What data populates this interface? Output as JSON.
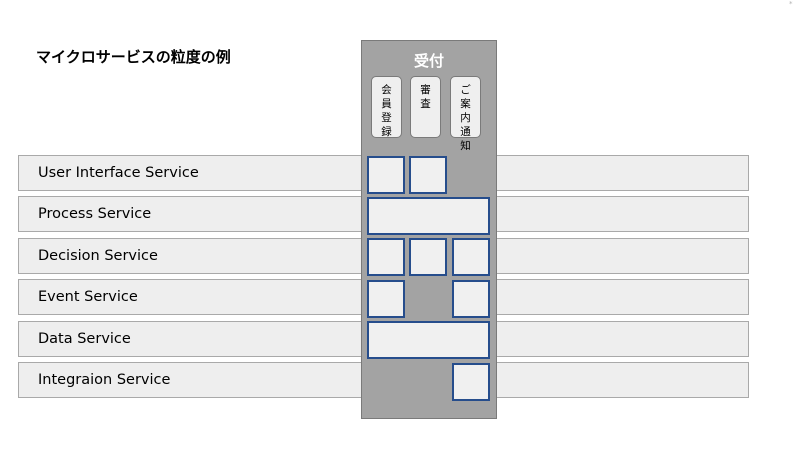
{
  "slide": {
    "title": "マイクロサービスの粒度の例"
  },
  "column": {
    "title": "受付",
    "functions": [
      {
        "label": "会員登録"
      },
      {
        "label": "審査"
      },
      {
        "label": "ご案内通知"
      }
    ]
  },
  "layers": [
    {
      "label": "User Interface Service"
    },
    {
      "label": "Process Service"
    },
    {
      "label": "Decision Service"
    },
    {
      "label": "Event Service"
    },
    {
      "label": "Data Service"
    },
    {
      "label": "Integraion Service"
    }
  ],
  "colors": {
    "row_fill": "#eeeeee",
    "column_fill": "#a3a3a3",
    "cell_border": "#264d8c"
  }
}
